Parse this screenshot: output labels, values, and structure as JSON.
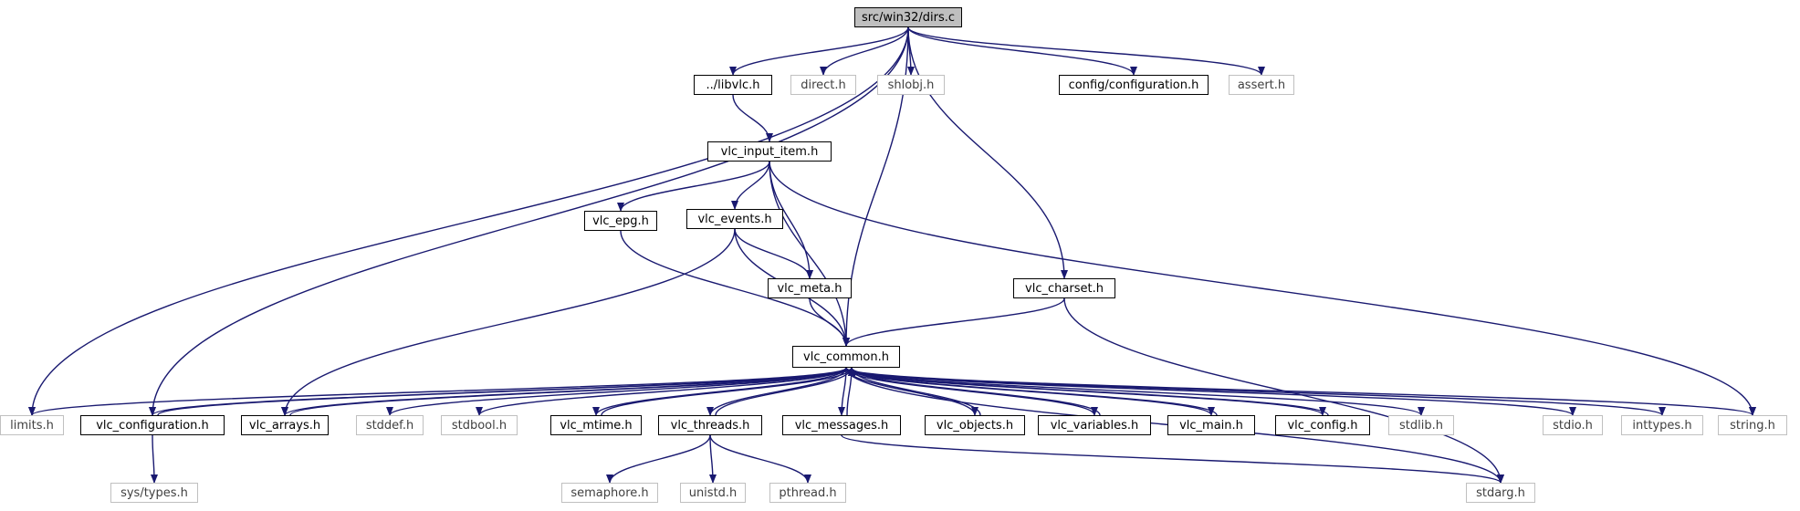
{
  "diagram": {
    "type": "include dependency graph",
    "edge_color": "#191970",
    "root_fill": "#bfbfbf",
    "system_border_color": "#c0c0c0",
    "nodes": {
      "root": "src/win32/dirs.c",
      "libvlc": "../libvlc.h",
      "direct": "direct.h",
      "shlobj": "shlobj.h",
      "config_configuration": "config/configuration.h",
      "assert": "assert.h",
      "vlc_input_item": "vlc_input_item.h",
      "vlc_epg": "vlc_epg.h",
      "vlc_events": "vlc_events.h",
      "vlc_meta": "vlc_meta.h",
      "vlc_charset": "vlc_charset.h",
      "vlc_common": "vlc_common.h",
      "limits": "limits.h",
      "vlc_configuration": "vlc_configuration.h",
      "vlc_arrays": "vlc_arrays.h",
      "stddef": "stddef.h",
      "stdbool": "stdbool.h",
      "vlc_mtime": "vlc_mtime.h",
      "vlc_threads": "vlc_threads.h",
      "vlc_messages": "vlc_messages.h",
      "vlc_objects": "vlc_objects.h",
      "vlc_variables": "vlc_variables.h",
      "vlc_main": "vlc_main.h",
      "vlc_config": "vlc_config.h",
      "stdlib": "stdlib.h",
      "stdio": "stdio.h",
      "inttypes": "inttypes.h",
      "string": "string.h",
      "sys_types": "sys/types.h",
      "semaphore": "semaphore.h",
      "unistd": "unistd.h",
      "pthread": "pthread.h",
      "stdarg": "stdarg.h"
    },
    "edges": [
      [
        "root",
        "libvlc"
      ],
      [
        "root",
        "direct"
      ],
      [
        "root",
        "shlobj"
      ],
      [
        "root",
        "config_configuration"
      ],
      [
        "root",
        "assert"
      ],
      [
        "root",
        "limits"
      ],
      [
        "root",
        "vlc_configuration"
      ],
      [
        "root",
        "vlc_common"
      ],
      [
        "root",
        "vlc_charset"
      ],
      [
        "libvlc",
        "vlc_input_item"
      ],
      [
        "vlc_input_item",
        "vlc_epg"
      ],
      [
        "vlc_input_item",
        "vlc_events"
      ],
      [
        "vlc_input_item",
        "vlc_meta"
      ],
      [
        "vlc_input_item",
        "vlc_common"
      ],
      [
        "vlc_input_item",
        "string"
      ],
      [
        "vlc_epg",
        "vlc_common"
      ],
      [
        "vlc_events",
        "vlc_meta"
      ],
      [
        "vlc_events",
        "vlc_common"
      ],
      [
        "vlc_events",
        "vlc_arrays"
      ],
      [
        "vlc_meta",
        "vlc_common"
      ],
      [
        "vlc_charset",
        "vlc_common"
      ],
      [
        "vlc_charset",
        "stdarg"
      ],
      [
        "vlc_common",
        "limits"
      ],
      [
        "vlc_common",
        "vlc_configuration"
      ],
      [
        "vlc_common",
        "vlc_arrays"
      ],
      [
        "vlc_common",
        "stddef"
      ],
      [
        "vlc_common",
        "stdbool"
      ],
      [
        "vlc_common",
        "vlc_mtime"
      ],
      [
        "vlc_common",
        "vlc_threads"
      ],
      [
        "vlc_common",
        "vlc_messages"
      ],
      [
        "vlc_common",
        "vlc_objects"
      ],
      [
        "vlc_common",
        "vlc_variables"
      ],
      [
        "vlc_common",
        "vlc_main"
      ],
      [
        "vlc_common",
        "vlc_config"
      ],
      [
        "vlc_common",
        "stdlib"
      ],
      [
        "vlc_common",
        "stdio"
      ],
      [
        "vlc_common",
        "inttypes"
      ],
      [
        "vlc_common",
        "string"
      ],
      [
        "vlc_common",
        "stdarg"
      ],
      [
        "vlc_configuration",
        "vlc_common"
      ],
      [
        "vlc_configuration",
        "sys_types"
      ],
      [
        "vlc_arrays",
        "vlc_common"
      ],
      [
        "vlc_mtime",
        "vlc_common"
      ],
      [
        "vlc_threads",
        "vlc_common"
      ],
      [
        "vlc_threads",
        "semaphore"
      ],
      [
        "vlc_threads",
        "unistd"
      ],
      [
        "vlc_threads",
        "pthread"
      ],
      [
        "vlc_messages",
        "vlc_common"
      ],
      [
        "vlc_messages",
        "stdarg"
      ],
      [
        "vlc_objects",
        "vlc_common"
      ],
      [
        "vlc_variables",
        "vlc_common"
      ],
      [
        "vlc_main",
        "vlc_common"
      ],
      [
        "vlc_config",
        "vlc_common"
      ]
    ]
  }
}
